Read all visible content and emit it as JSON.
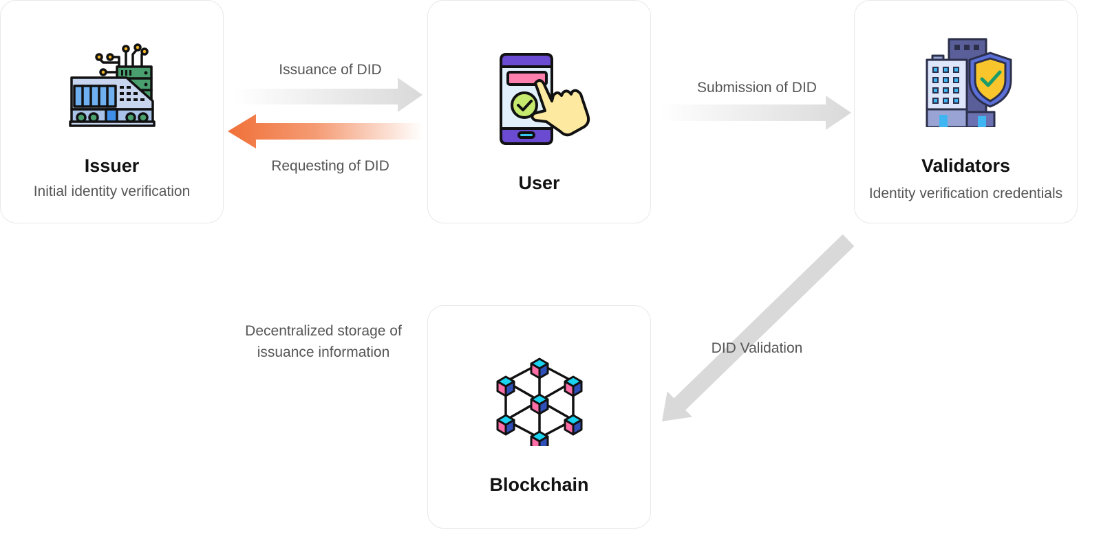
{
  "diagram": {
    "nodes": {
      "issuer": {
        "title": "Issuer",
        "subtitle": "Initial identity verification",
        "icon": "data-center-building-icon"
      },
      "user": {
        "title": "User",
        "icon": "smartphone-touch-check-icon"
      },
      "validators": {
        "title": "Validators",
        "subtitle": "Identity verification credentials",
        "icon": "building-shield-check-icon"
      },
      "blockchain": {
        "title": "Blockchain",
        "icon": "blockchain-cubes-network-icon"
      }
    },
    "edges": [
      {
        "from": "issuer",
        "to": "user",
        "label": "Issuance of DID",
        "color": "#d9d9d9"
      },
      {
        "from": "user",
        "to": "issuer",
        "label": "Requesting of DID",
        "color": "#f07038"
      },
      {
        "from": "user",
        "to": "validators",
        "label": "Submission of DID",
        "color": "#d9d9d9"
      },
      {
        "from": "issuer",
        "to": "blockchain",
        "label_line1": "Decentralized storage of",
        "label_line2": "issuance information",
        "color": "#d9d9d9"
      },
      {
        "from": "validators",
        "to": "blockchain",
        "label": "DID Validation",
        "color": "#d9d9d9"
      }
    ]
  }
}
